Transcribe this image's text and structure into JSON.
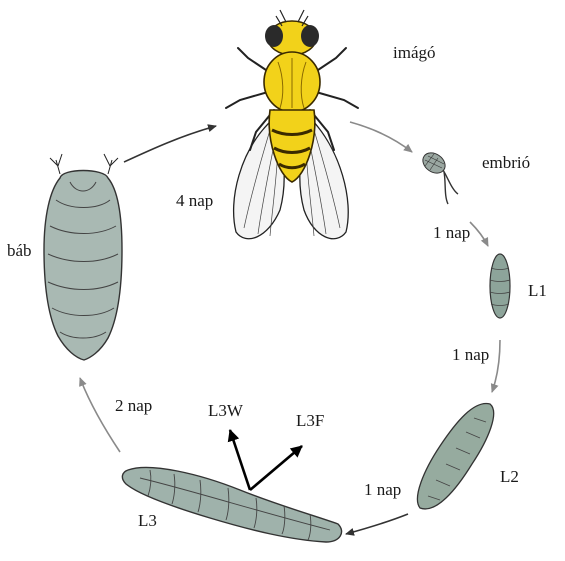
{
  "stages": {
    "adult": "imágó",
    "embryo": "embrió",
    "l1": "L1",
    "l2": "L2",
    "l3": "L3",
    "pupa": "báb"
  },
  "branches": {
    "wandering": "L3W",
    "feeding": "L3F"
  },
  "durations": {
    "embryo_to_l1": "1 nap",
    "l1_to_l2": "1 nap",
    "l2_to_l3": "1 nap",
    "l3_to_pupa": "2 nap",
    "pupa_to_adult": "4 nap"
  },
  "colors": {
    "adult_body": "#f2d21a",
    "larva_fill": "#9fb2ab",
    "pupa_fill": "#a9b9b3",
    "arrow_gray": "#8a8a8a",
    "arrow_dark": "#333333",
    "text": "#1a1a1a"
  }
}
